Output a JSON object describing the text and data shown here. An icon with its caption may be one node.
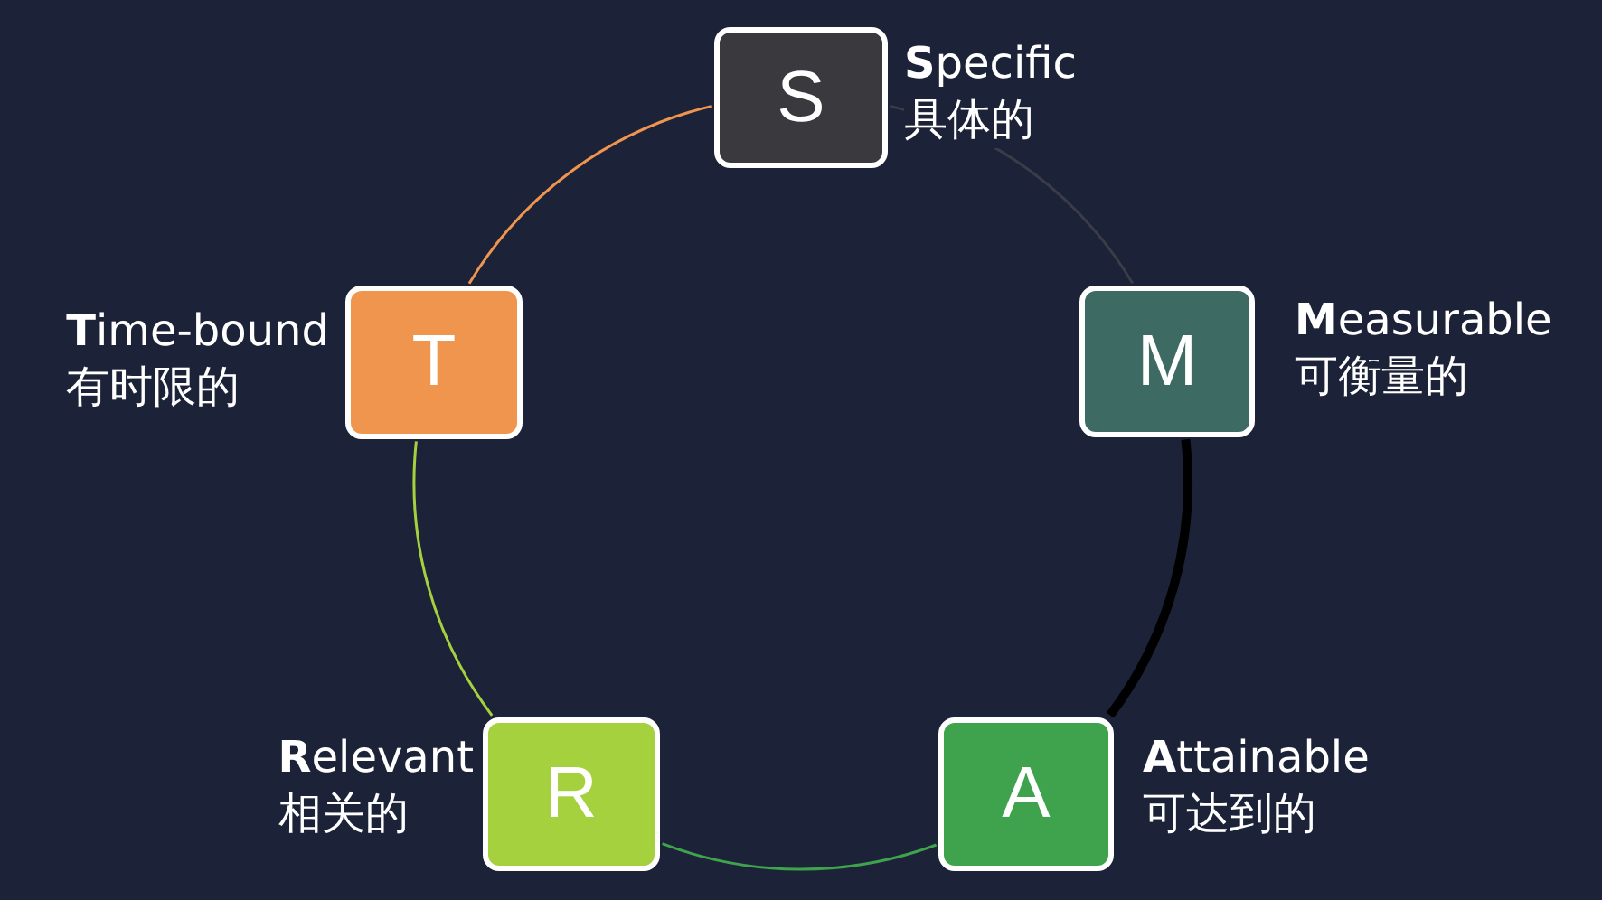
{
  "diagram": {
    "nodes": [
      {
        "text": [
          "S"
        ],
        "beside": [
          "**S**pecific",
          "具体的"
        ]
      },
      {
        "text": [
          "M"
        ],
        "beside": [
          "**M**easurable",
          "可衡量的"
        ]
      },
      {
        "text": [
          "A"
        ],
        "beside": [
          "**A**ttainable",
          "可达到的"
        ]
      },
      {
        "text": [
          "R"
        ],
        "beside": [
          "**R**elevant",
          "相关的"
        ]
      },
      {
        "text": [
          "T"
        ],
        "beside": [
          "**T**ime-bound",
          "有时限的"
        ]
      }
    ],
    "edges": [
      {
        "from": 0,
        "to": 1,
        "arrow": "none",
        "color": "#3a3d48"
      },
      {
        "from": 1,
        "to": 2,
        "arrow": "none",
        "style": "thick",
        "color": "#000000"
      },
      {
        "from": 2,
        "to": 3,
        "arrow": "none",
        "color": "#3fa34d"
      },
      {
        "from": 3,
        "to": 4,
        "arrow": "none",
        "color": "#a6d13f"
      },
      {
        "from": 4,
        "to": 0,
        "arrow": "none",
        "color": "#f0954e"
      }
    ]
  }
}
